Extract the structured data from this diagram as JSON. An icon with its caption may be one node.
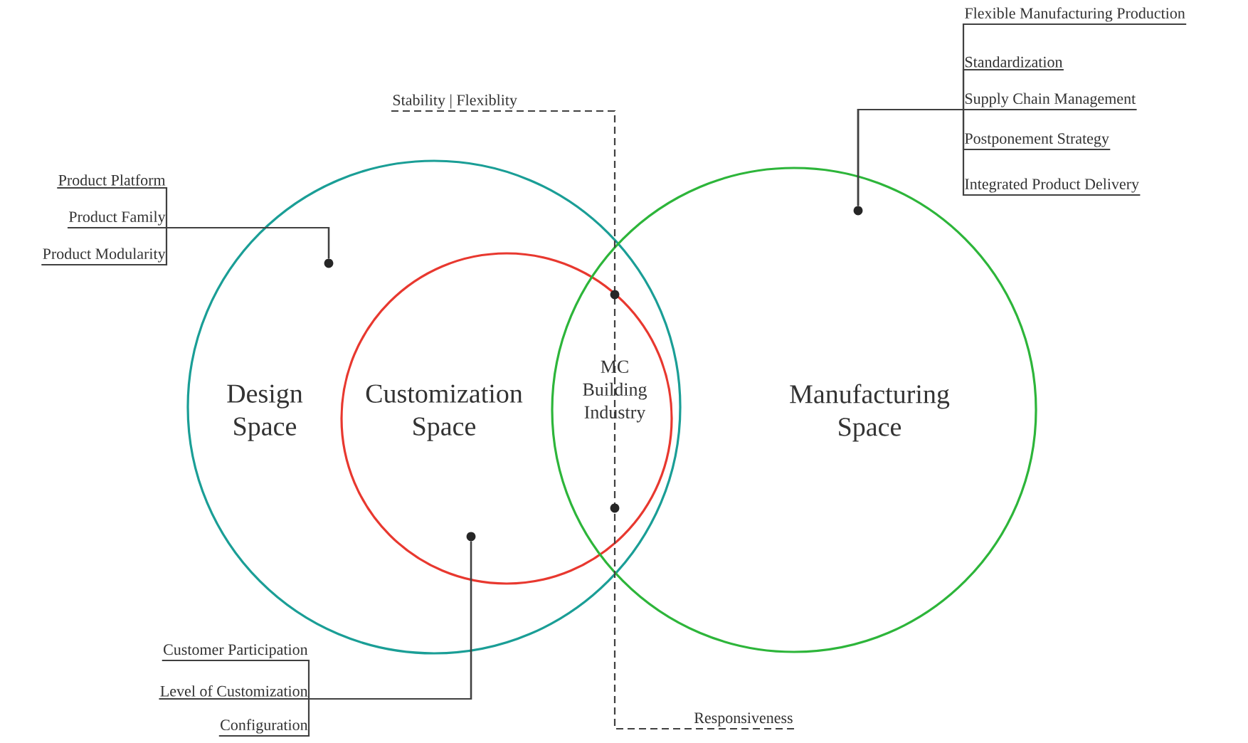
{
  "diagram": {
    "nodes": [
      {
        "text": [
          "Design Space"
        ]
      },
      {
        "text": [
          "Customization Space"
        ],
        "in": 0
      },
      {
        "text": [
          "Manufacturing Space"
        ]
      },
      {
        "text": [
          "Product Platform"
        ]
      },
      {
        "text": [
          "Product Family"
        ]
      },
      {
        "text": [
          "Product Modularity"
        ]
      },
      {
        "text": [
          "Customer Participation"
        ]
      },
      {
        "text": [
          "Level of Customization"
        ]
      },
      {
        "text": [
          "Configuration"
        ]
      },
      {
        "text": [
          "Flexible Manufacturing Production"
        ]
      },
      {
        "text": [
          "Standardization"
        ]
      },
      {
        "text": [
          "Supply Chain Management"
        ]
      },
      {
        "text": [
          "Postponement Strategy"
        ]
      },
      {
        "text": [
          "Integrated Product Delivery"
        ]
      },
      {
        "text": [
          "Stability | Flexiblity"
        ]
      },
      {
        "text": [
          "Responsiveness"
        ]
      },
      {
        "text": [],
        "shape": "circle",
        "in": 0
      },
      {
        "text": [],
        "shape": "circle",
        "in": 1
      },
      {
        "text": [],
        "shape": "circle",
        "in": 2
      }
    ],
    "edges": [
      {
        "from": 3,
        "to": 16,
        "arrow": "none"
      },
      {
        "from": 4,
        "to": 16,
        "arrow": "none"
      },
      {
        "from": 5,
        "to": 16,
        "arrow": "none"
      },
      {
        "from": 6,
        "to": 17,
        "arrow": "none"
      },
      {
        "from": 7,
        "to": 17,
        "arrow": "none"
      },
      {
        "from": 8,
        "to": 17,
        "arrow": "none"
      },
      {
        "from": 9,
        "to": 18,
        "arrow": "none"
      },
      {
        "from": 10,
        "to": 18,
        "arrow": "none"
      },
      {
        "from": 11,
        "to": 18,
        "arrow": "none"
      },
      {
        "from": 12,
        "to": 18,
        "arrow": "none"
      },
      {
        "from": 13,
        "to": 18,
        "arrow": "none"
      },
      {
        "from": 14,
        "to": 15,
        "arrow": "none",
        "style": "dashed"
      }
    ],
    "labels": [
      "MC Building Industry"
    ]
  }
}
